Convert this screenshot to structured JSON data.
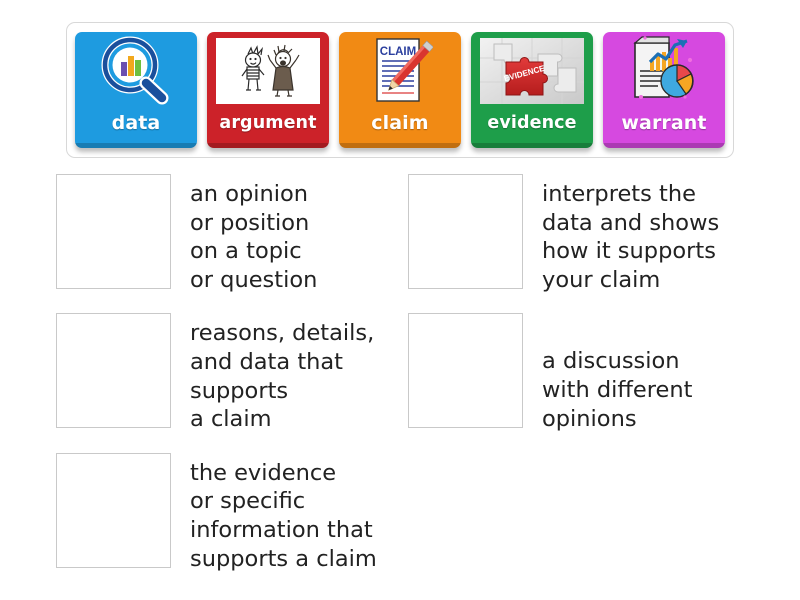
{
  "tray": {
    "tiles": [
      {
        "label": "data",
        "color": "#1E9BE0",
        "shade": "#1683bd",
        "icon": "magnifier-bar-chart-icon",
        "framed": false
      },
      {
        "label": "argument",
        "color": "#CC2229",
        "shade": "#a81b21",
        "icon": "two-arguing-kids-icon",
        "framed": true
      },
      {
        "label": "claim",
        "color": "#F18A14",
        "shade": "#cc7410",
        "icon": "claim-document-pencil-icon",
        "framed": false
      },
      {
        "label": "evidence",
        "color": "#1E9E4A",
        "shade": "#17803b",
        "icon": "evidence-puzzle-pieces-icon",
        "framed": true
      },
      {
        "label": "warrant",
        "color": "#D649E0",
        "shade": "#b63bbf",
        "icon": "report-chart-piechart-icon",
        "framed": false
      }
    ]
  },
  "answers": {
    "left": [
      {
        "text": "an opinion\nor position\non a topic\nor question"
      },
      {
        "text": "reasons, details,\nand data that\nsupports\na claim"
      },
      {
        "text": "the evidence\nor specific\ninformation that\nsupports a claim"
      }
    ],
    "right": [
      {
        "text": "interprets the\ndata and shows\nhow it supports\nyour claim"
      },
      {
        "text": "a discussion\nwith different\nopinions"
      }
    ]
  },
  "colors": {
    "page_background": "#ffffff",
    "tray_border": "#d8d8d8",
    "dropzone_border": "#c9c9c9",
    "text": "#222222",
    "tile_label": "#ffffff"
  }
}
